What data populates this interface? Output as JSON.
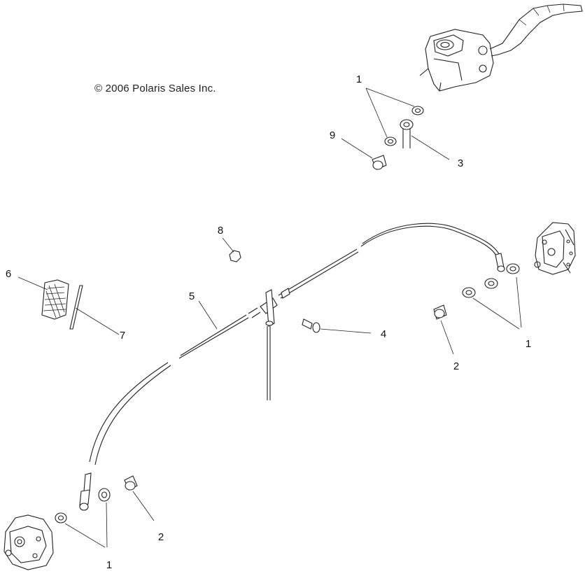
{
  "copyright": "© 2006 Polaris Sales Inc.",
  "callouts": [
    {
      "id": "c1-top",
      "label": "1"
    },
    {
      "id": "c9",
      "label": "9"
    },
    {
      "id": "c3",
      "label": "3"
    },
    {
      "id": "c8",
      "label": "8"
    },
    {
      "id": "c6",
      "label": "6"
    },
    {
      "id": "c7",
      "label": "7"
    },
    {
      "id": "c5",
      "label": "5"
    },
    {
      "id": "c4",
      "label": "4"
    },
    {
      "id": "c2-right",
      "label": "2"
    },
    {
      "id": "c1-right",
      "label": "1"
    },
    {
      "id": "c2-bottom",
      "label": "2"
    },
    {
      "id": "c1-bottom",
      "label": "1"
    }
  ]
}
